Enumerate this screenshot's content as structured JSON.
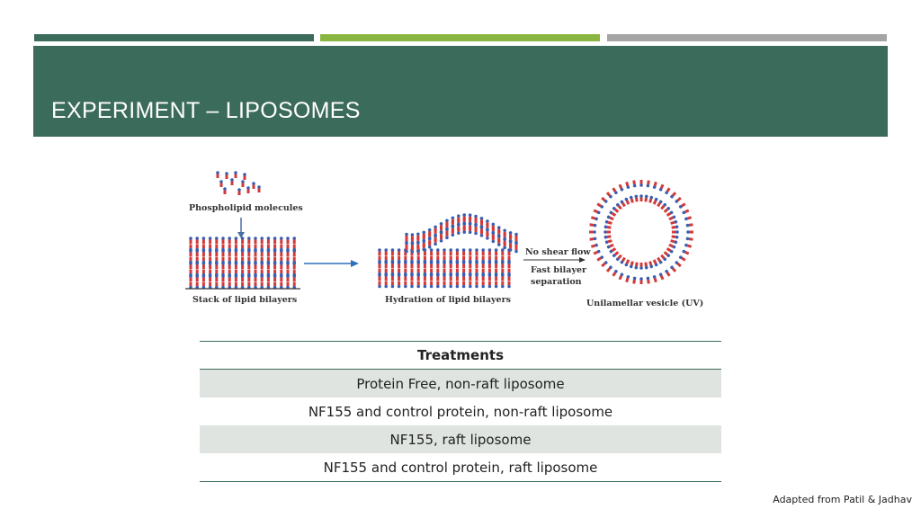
{
  "slide": {
    "title": "EXPERIMENT – LIPOSOMES",
    "accent_colors": [
      "#3b6b5a",
      "#8ab541",
      "#a5a5a5"
    ]
  },
  "diagram": {
    "label_phospholipid": "Phospholipid molecules",
    "label_stack": "Stack of lipid bilayers",
    "label_hydration": "Hydration of lipid bilayers",
    "label_no_shear": "No shear flow",
    "label_fast_1": "Fast bilayer",
    "label_fast_2": "separation",
    "label_vesicle": "Unilamellar vesicle (UV)"
  },
  "table": {
    "header": "Treatments",
    "rows": [
      "Protein Free, non-raft liposome",
      "NF155 and control protein, non-raft liposome",
      "NF155, raft liposome",
      "NF155 and control protein, raft liposome"
    ]
  },
  "credit": "Adapted from Patil & Jadhav"
}
